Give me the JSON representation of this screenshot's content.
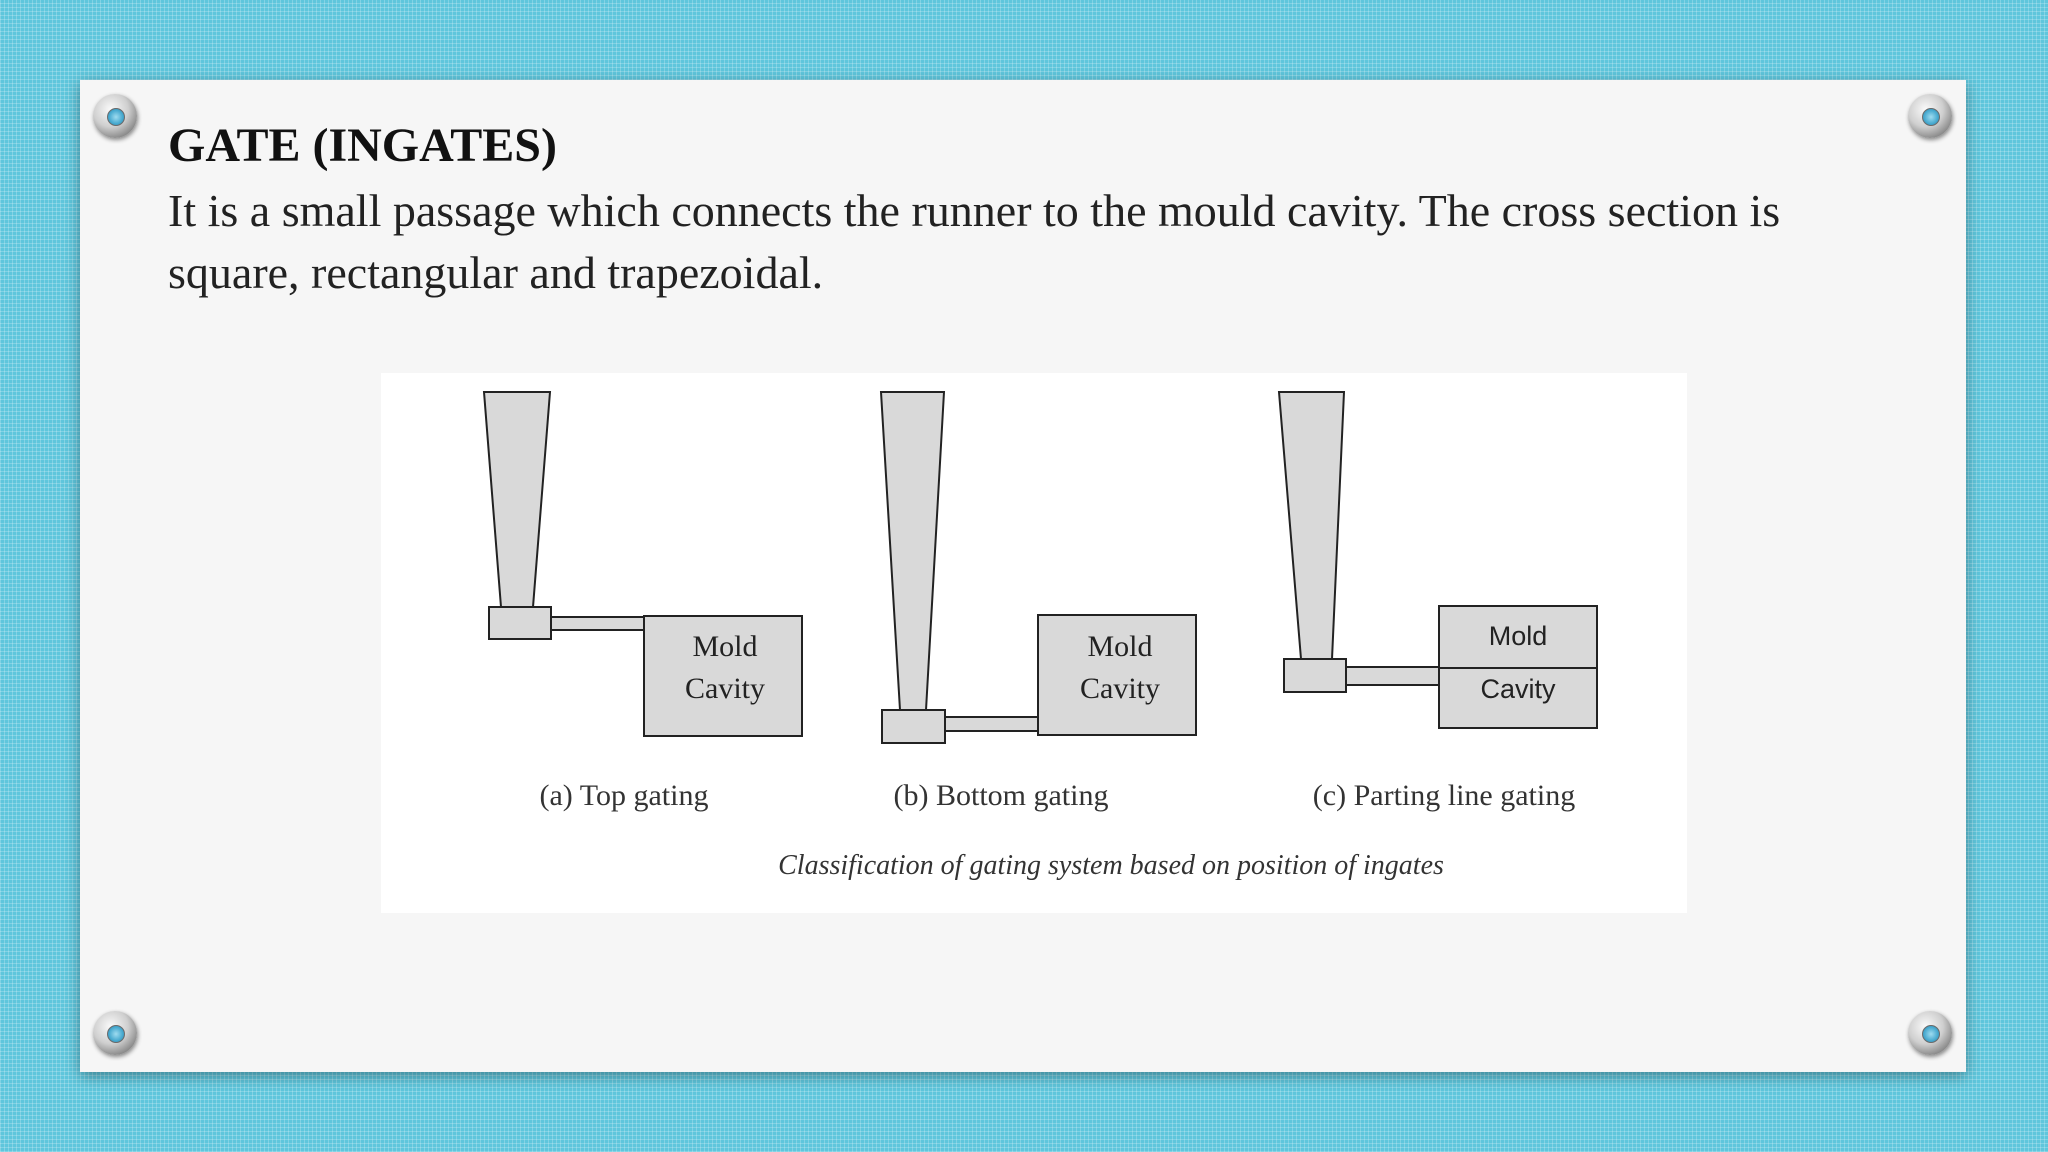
{
  "slide": {
    "title": "GATE (INGATES)",
    "body": "It is a small passage which connects the runner to the mould cavity. The cross section is square, rectangular and trapezoidal."
  },
  "figure": {
    "panels": [
      {
        "caption": "(a) Top gating",
        "cavity_line1": "Mold",
        "cavity_line2": "Cavity"
      },
      {
        "caption": "(b) Bottom gating",
        "cavity_line1": "Mold",
        "cavity_line2": "Cavity"
      },
      {
        "caption": "(c) Parting line gating",
        "cavity_line1": "Mold",
        "cavity_line2": "Cavity"
      }
    ],
    "figure_caption": "Classification of gating system based on position of ingates"
  },
  "colors": {
    "background": "#5fc6dc",
    "slide": "#f6f6f6",
    "shape_fill": "#d9d9d9",
    "shape_stroke": "#222222"
  }
}
